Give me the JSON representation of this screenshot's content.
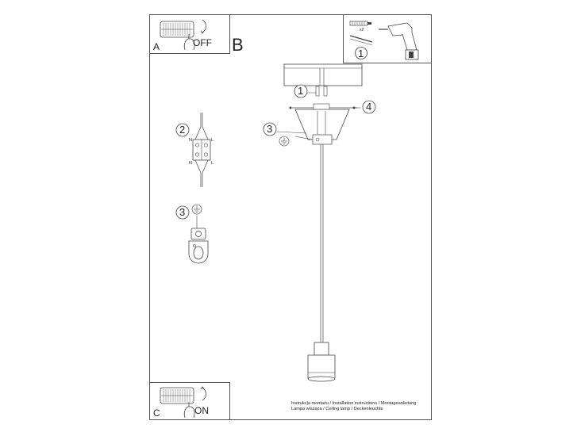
{
  "panel_a": {
    "letter": "A",
    "switch_text": "OFF"
  },
  "panel_b": {
    "letter": "B"
  },
  "panel_c": {
    "letter": "C",
    "switch_text": "ON"
  },
  "tools": {
    "step": "1",
    "quantity": "x2"
  },
  "main": {
    "callout_1": "1",
    "callout_3": "3",
    "callout_4": "4"
  },
  "wiring": {
    "step": "2",
    "terminal_left": "N",
    "terminal_right": "L",
    "terminal_left_bottom": "N",
    "terminal_right_bottom": "L"
  },
  "ground": {
    "step": "3"
  },
  "caption": {
    "line1": "Instrukcja montażu / Installation instructions / Montageanleitung",
    "line2": "Lampa wisząca / Ceiling lamp / Deckenleuchte"
  },
  "icons": [
    "switch-off-icon",
    "switch-on-icon",
    "hand-icon",
    "drill-icon",
    "dowel-icon",
    "screw-icon",
    "ground-symbol-icon",
    "terminal-block-icon",
    "pendant-lamp-icon"
  ]
}
